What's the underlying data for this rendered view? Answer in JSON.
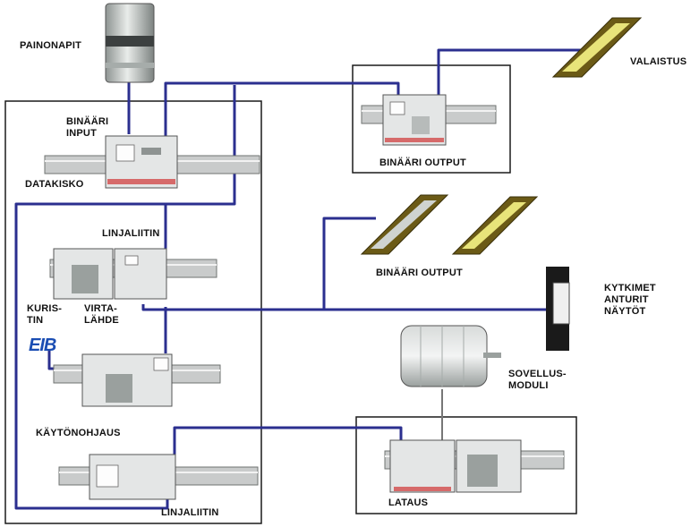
{
  "labels": {
    "painonapit": "PAINONAPIT",
    "binaari_input": [
      "BINÄÄRI",
      "INPUT"
    ],
    "datakisko": "DATAKISKO",
    "binaari_output_top": "BINÄÄRI OUTPUT",
    "valaistus": "VALAISTUS",
    "linjaliitin_top": "LINJALIITIN",
    "binaari_output_mid": "BINÄÄRI OUTPUT",
    "kuristin": [
      "KURIS-",
      "TIN"
    ],
    "virtalahde": [
      "VIRTA-",
      "LÄHDE"
    ],
    "kytkimet": [
      "KYTKIMET",
      "ANTURIT",
      "NÄYTÖT"
    ],
    "sovellusmoduli": [
      "SOVELLUS-",
      "MODULI"
    ],
    "kaytonohjaus": "KÄYTÖNOHJAUS",
    "linjaliitin_bottom": "LINJALIITIN",
    "lataus": "LATAUS",
    "eib_logo": "EIB"
  },
  "colors": {
    "bus_line": "#2b2f8f",
    "frame": "#1a1a1a",
    "device_body": "#e4e6e6",
    "rail": "#c9cbcb",
    "lamp_frame": "#6b5a16",
    "lamp_yellow": "#e8e47a",
    "lamp_grey": "#cfd3d0"
  }
}
